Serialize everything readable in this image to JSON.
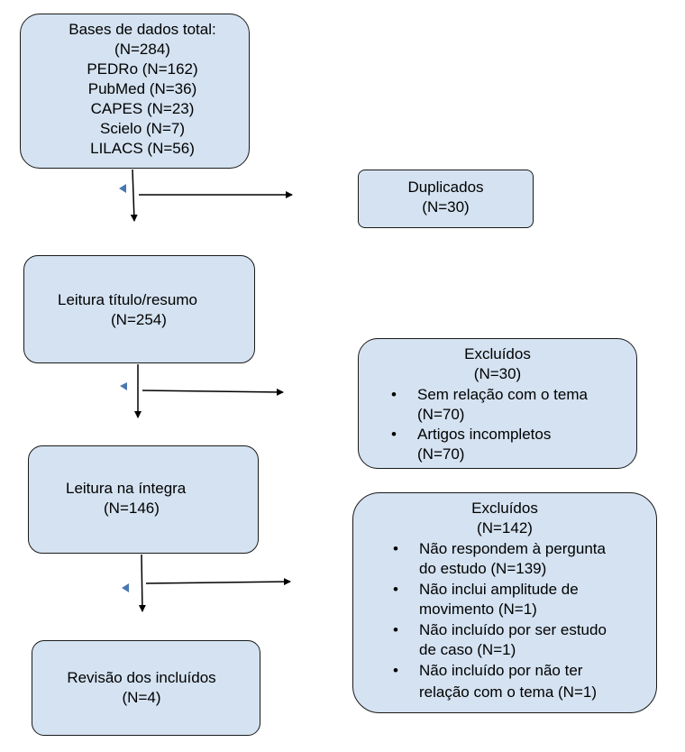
{
  "colors": {
    "box_fill": "#d4e2f1",
    "border": "#1a1a1a",
    "marker": "#4a78b0"
  },
  "box1": {
    "lines": [
      "Bases de dados total:",
      "(N=284)",
      "PEDRo (N=162)",
      "PubMed (N=36)",
      "CAPES (N=23)",
      "Scielo (N=7)",
      "LILACS (N=56)"
    ]
  },
  "duplicados": {
    "title": "Duplicados",
    "count": "(N=30)"
  },
  "leitura_titulo": {
    "title": "Leitura título/resumo",
    "count": "(N=254)"
  },
  "excluidos1": {
    "title": "Excluídos",
    "count": "(N=30)",
    "items": [
      {
        "l1": "Sem relação com o tema",
        "l2": "(N=70)"
      },
      {
        "l1": "Artigos incompletos",
        "l2": "(N=70)"
      }
    ]
  },
  "leitura_integra": {
    "title": "Leitura na íntegra",
    "count": "(N=146)"
  },
  "excluidos2": {
    "title": "Excluídos",
    "count": "(N=142)",
    "items": [
      {
        "l1": "Não respondem à pergunta",
        "l2": "do estudo (N=139)"
      },
      {
        "l1": "Não inclui amplitude de",
        "l2": "movimento (N=1)"
      },
      {
        "l1": "Não incluído por ser estudo",
        "l2": "de caso (N=1)"
      },
      {
        "l1": "Não incluído por não ter",
        "l2": "relação com o tema (N=1)"
      }
    ]
  },
  "revisao": {
    "title": "Revisão dos incluídos",
    "count": "(N=4)"
  }
}
